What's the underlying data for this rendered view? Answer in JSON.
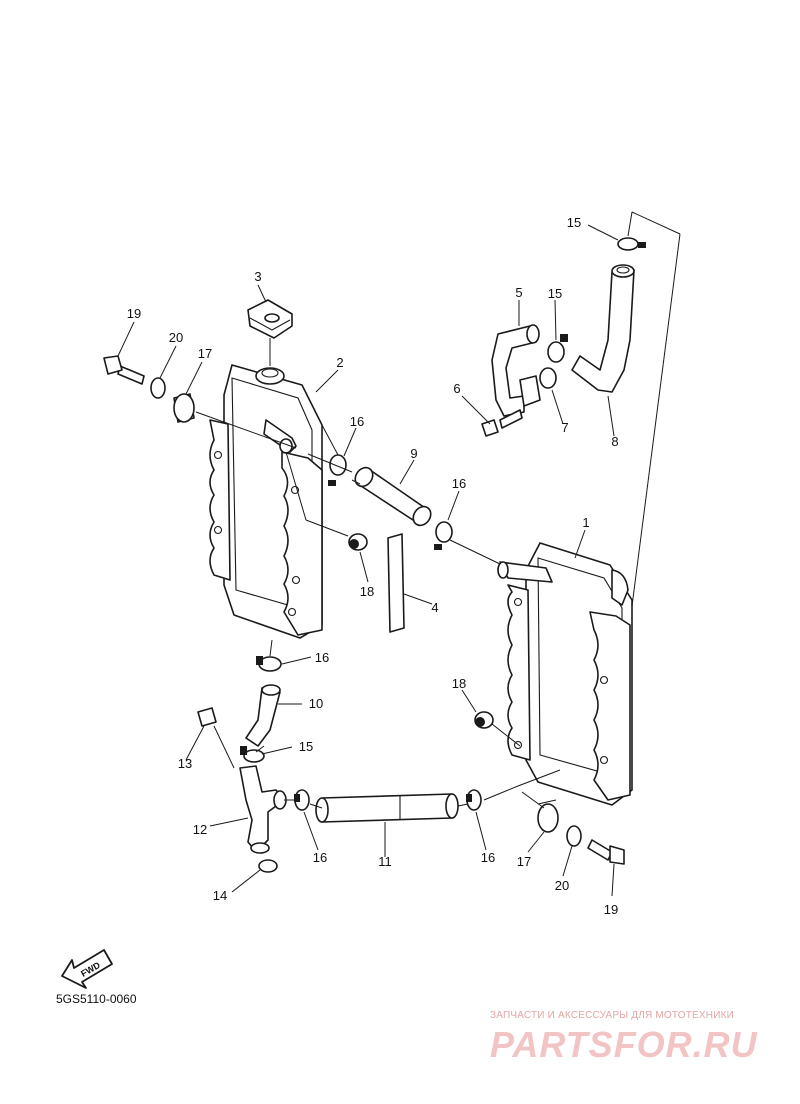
{
  "diagram": {
    "reference_code": "5GS5110-0060",
    "fwd_label": "FWD",
    "callouts": {
      "n1": "1",
      "n2": "2",
      "n3": "3",
      "n4": "4",
      "n5": "5",
      "n6": "6",
      "n7": "7",
      "n8": "8",
      "n9": "9",
      "n10": "10",
      "n11": "11",
      "n12": "12",
      "n13": "13",
      "n14": "14",
      "n15": "15",
      "n16": "16",
      "n17": "17",
      "n18": "18",
      "n19": "19",
      "n20": "20"
    }
  },
  "watermark": {
    "tagline": "ЗАПЧАСТИ И АКСЕССУАРЫ ДЛЯ МОТОТЕХНИКИ",
    "logo": "PARTSFOR.RU"
  }
}
